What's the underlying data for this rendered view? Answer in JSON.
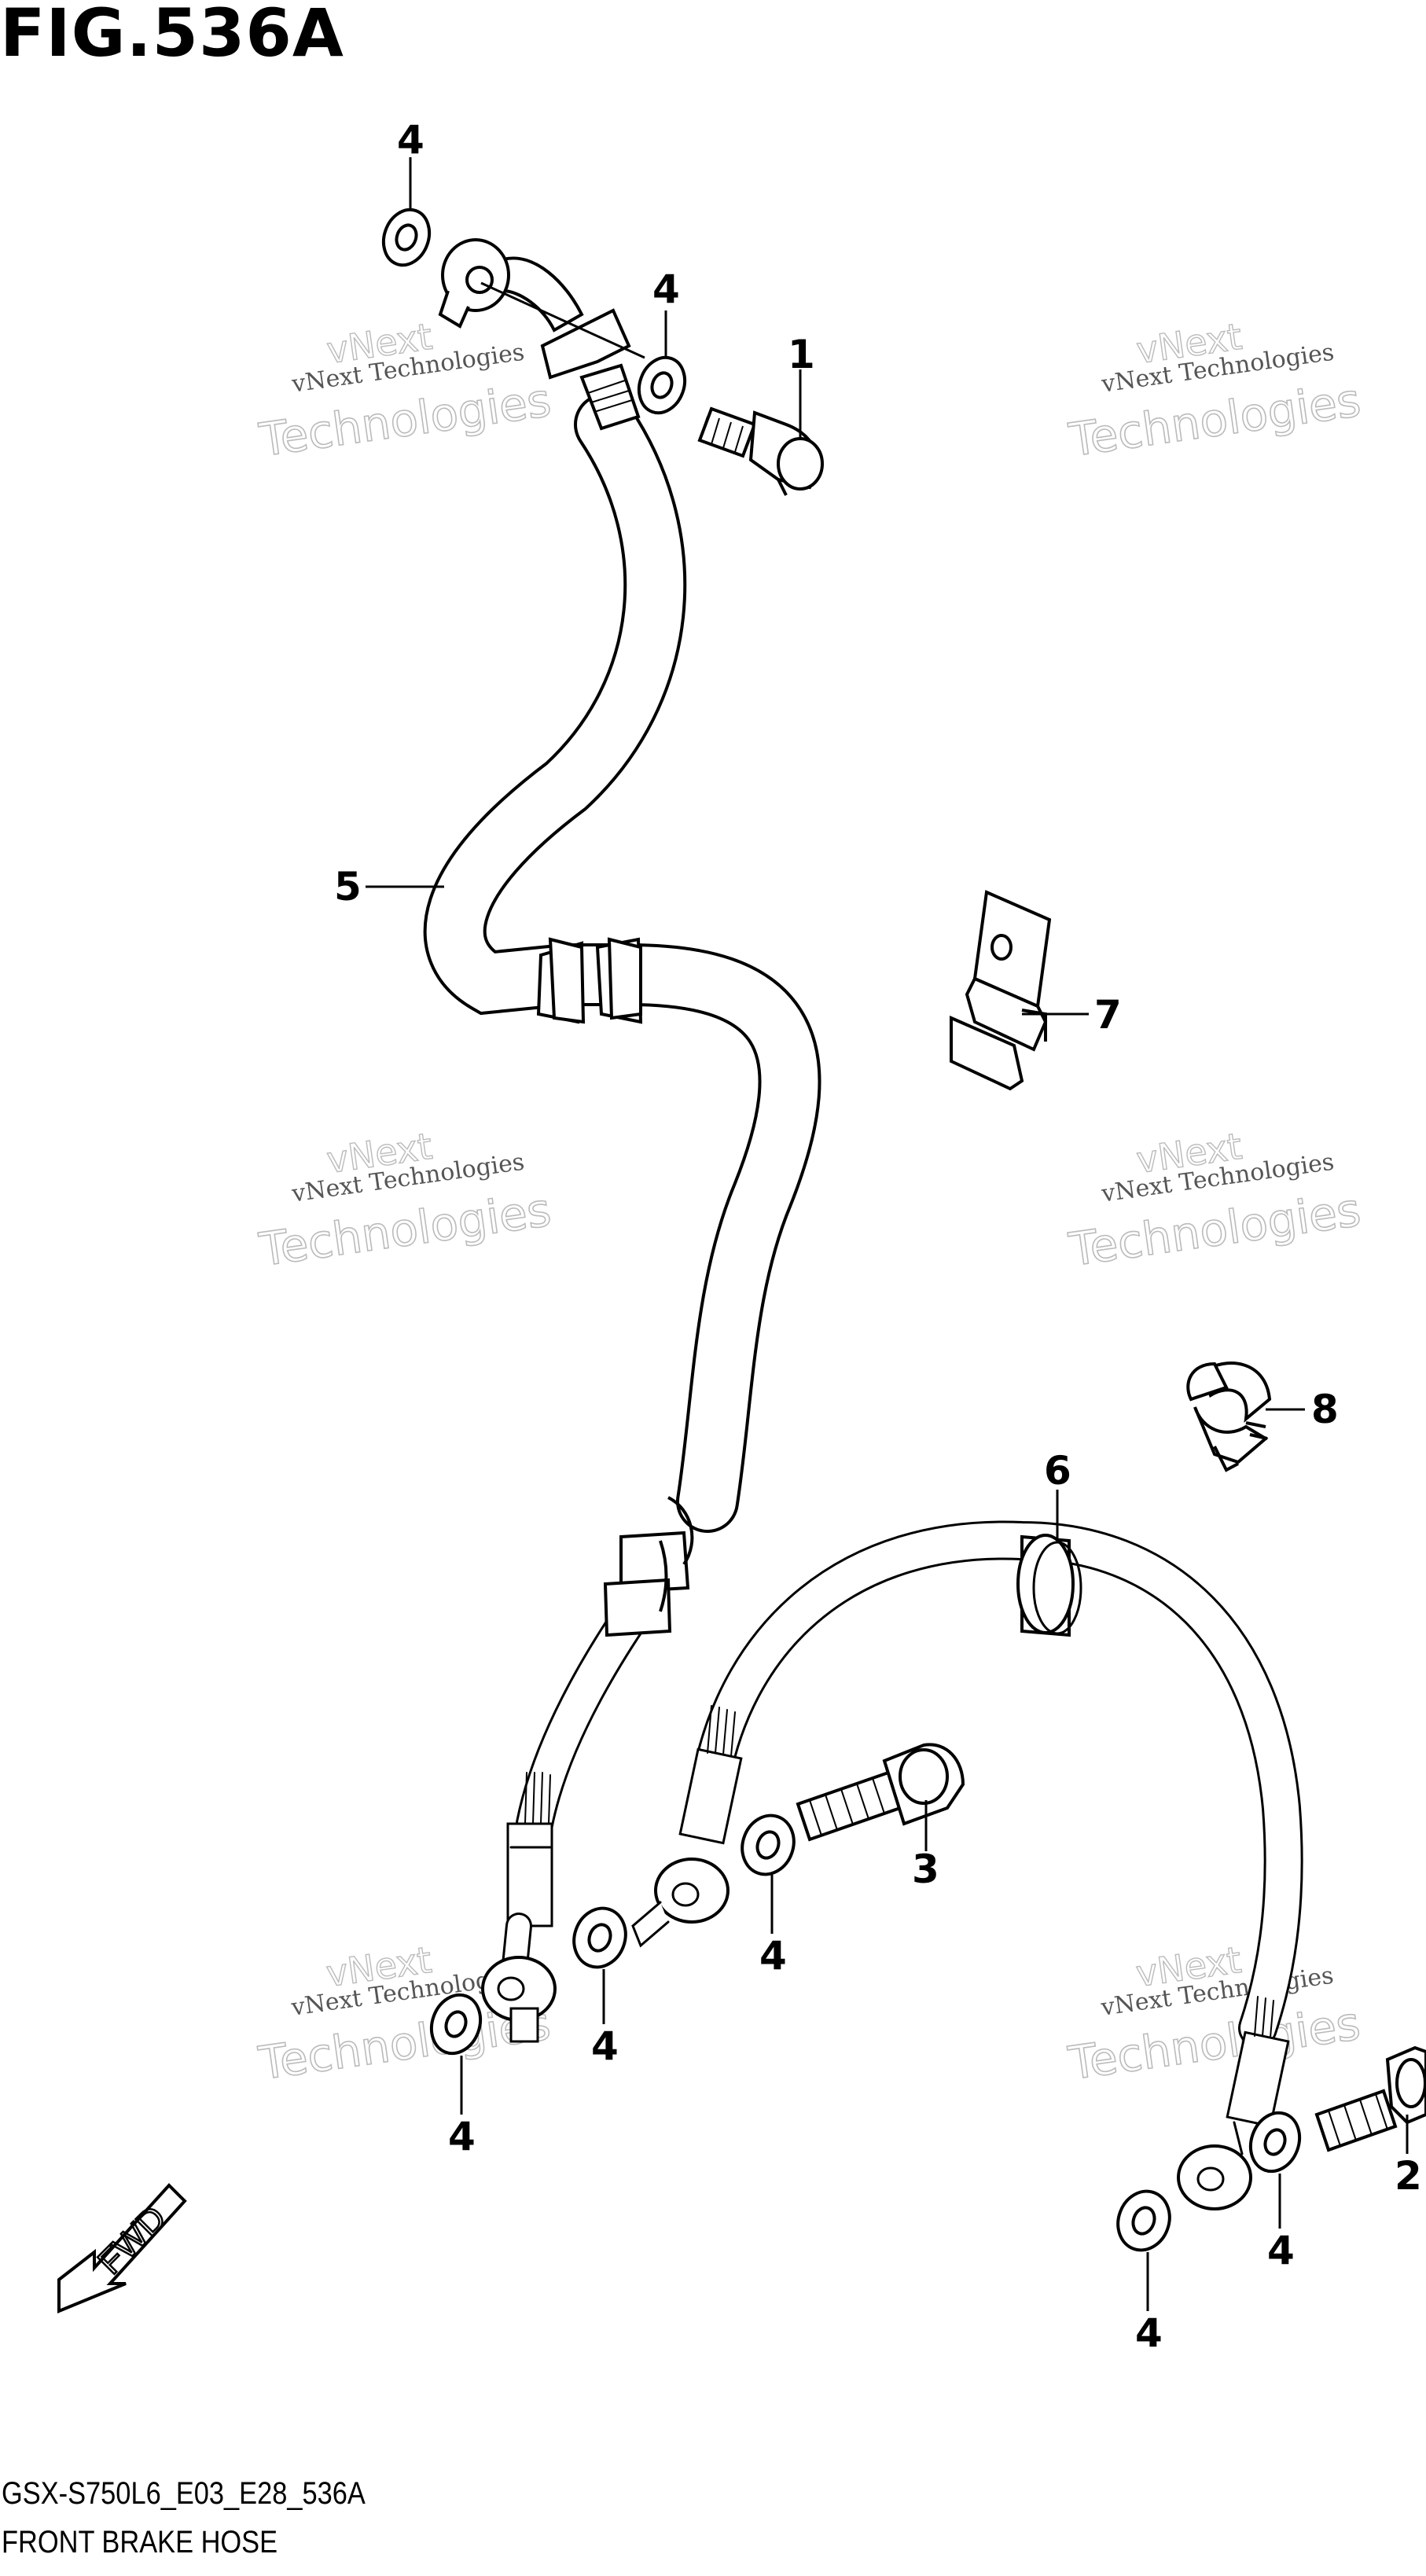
{
  "figure": {
    "title": "FIG.536A",
    "model_code": "GSX-S750L6_E03_E28_536A",
    "name": "FRONT BRAKE HOSE"
  },
  "callouts": [
    "1",
    "2",
    "3",
    "4",
    "5",
    "6",
    "7",
    "8"
  ],
  "direction_arrow": "FWD",
  "watermark": {
    "line1": "vNext Technologies",
    "line2": "Technologies",
    "line3": "vNext"
  },
  "colors": {
    "line": "#000000",
    "background": "#ffffff",
    "watermark": "#bbbbbb"
  }
}
